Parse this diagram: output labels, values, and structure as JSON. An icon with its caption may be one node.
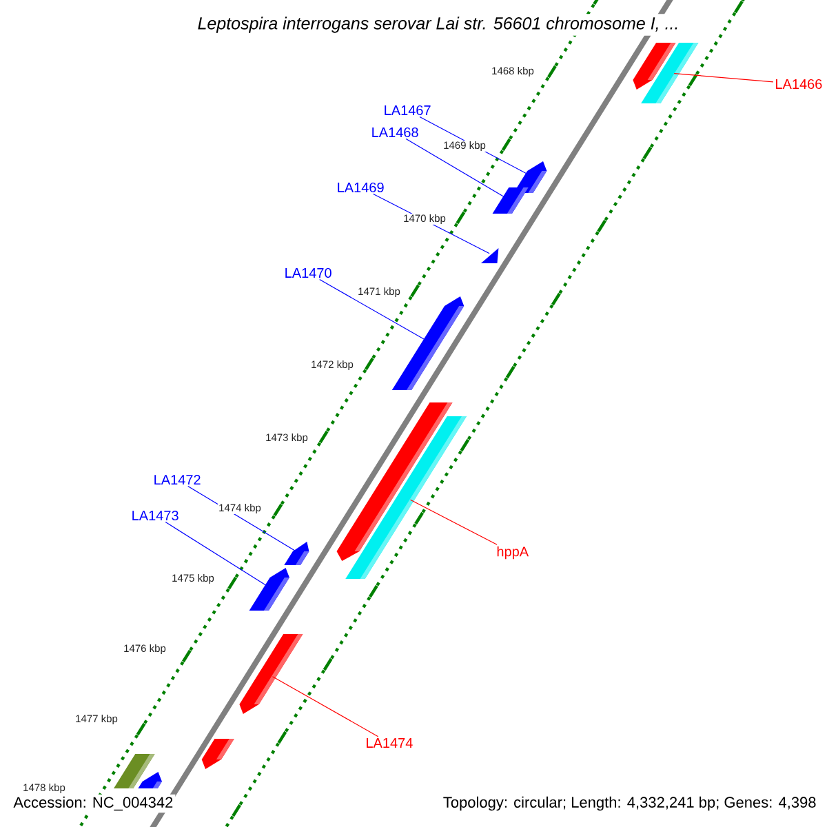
{
  "diagram": {
    "title": "Leptospira interrogans serovar Lai str. 56601 chromosome I, ...",
    "nodes": [
      {
        "text": [
          "LA1466"
        ]
      },
      {
        "text": [
          "LA1467"
        ]
      },
      {
        "text": [
          "LA1468"
        ]
      },
      {
        "text": [
          "LA1469"
        ]
      },
      {
        "text": [
          "LA1470"
        ]
      },
      {
        "text": [
          "LA1472"
        ]
      },
      {
        "text": [
          "LA1473"
        ]
      },
      {
        "text": [
          "hppA"
        ]
      },
      {
        "text": [
          "LA1474"
        ]
      },
      {
        "text": [],
        "shape": "bar"
      },
      {
        "text": [],
        "shape": "bar"
      },
      {
        "text": [],
        "shape": "bar"
      },
      {
        "text": [],
        "shape": "bar"
      },
      {
        "text": [],
        "shape": "bar"
      },
      {
        "text": [],
        "shape": "bar"
      },
      {
        "text": [],
        "shape": "bar"
      },
      {
        "text": [],
        "shape": "bar"
      },
      {
        "text": [],
        "shape": "bar"
      },
      {
        "text": [],
        "shape": "bar"
      },
      {
        "text": [],
        "shape": "bar"
      },
      {
        "text": [],
        "shape": "bar"
      },
      {
        "text": [],
        "shape": "bar"
      },
      {
        "text": [],
        "shape": "bar"
      }
    ],
    "edges": [
      {
        "from": 0,
        "to": 10,
        "arrow": "none",
        "color": "#ff0000"
      },
      {
        "from": 1,
        "to": 11,
        "arrow": "none"
      },
      {
        "from": 2,
        "to": 12,
        "arrow": "none"
      },
      {
        "from": 3,
        "to": 13,
        "arrow": "none"
      },
      {
        "from": 4,
        "to": 14,
        "arrow": "none"
      },
      {
        "from": 5,
        "to": 17,
        "arrow": "none"
      },
      {
        "from": 6,
        "to": 18,
        "arrow": "none"
      },
      {
        "from": 7,
        "to": 16,
        "arrow": "none",
        "color": "#ff0000"
      },
      {
        "from": 8,
        "to": 19,
        "arrow": "none",
        "color": "#ff0000"
      }
    ],
    "labels": [
      "1468 kbp",
      "1469 kbp",
      "1470 kbp",
      "1471 kbp",
      "1472 kbp",
      "1473 kbp",
      "1474 kbp",
      "1475 kbp",
      "1476 kbp",
      "1477 kbp",
      "1478 kbp",
      "Accession: NC_004342",
      "Topology: circular; Length: 4,332,241 bp; Genes: 4,398"
    ]
  }
}
